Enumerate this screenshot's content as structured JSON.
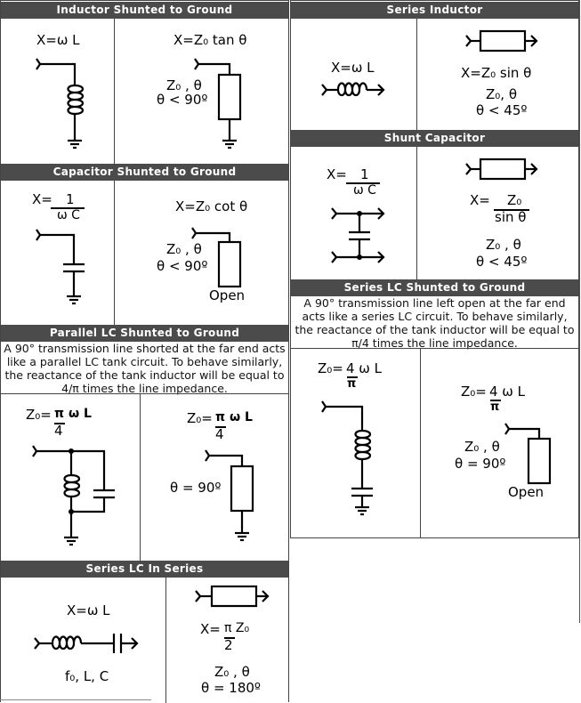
{
  "sections": {
    "inductor_shunted": {
      "title": "Inductor Shunted to Ground",
      "lumped_eq": "X=ω L",
      "line_eq": "X=Z₀ tan θ",
      "line_params": "Z₀ , θ",
      "line_cond": "θ < 90º"
    },
    "capacitor_shunted": {
      "title": "Capacitor Shunted to Ground",
      "lumped_eq_prefix": "X=",
      "lumped_num": "1",
      "lumped_den": "ω C",
      "line_eq": "X=Z₀ cot θ",
      "line_params": "Z₀ , θ",
      "line_cond": "θ < 90º",
      "line_end": "Open"
    },
    "parallel_lc_shunted": {
      "title": "Parallel LC Shunted to Ground",
      "description": "A 90° transmission line shorted at the far end acts like a parallel LC tank circuit. To behave similarly, the reactance of the tank inductor will be equal to 4/π times the line impedance.",
      "lumped_eq_prefix": "Z₀=",
      "lumped_num": "π ω L",
      "lumped_den": "4",
      "line_eq_prefix": "Z₀=",
      "line_num": "π ω L",
      "line_den": "4",
      "line_cond": "θ = 90º"
    },
    "series_lc_in_series": {
      "title": "Series LC In Series",
      "lumped_eq": "X=ω L",
      "lumped_params": "f₀, L, C",
      "line_eq_prefix": "X=",
      "line_num": "π Z₀",
      "line_den": "2",
      "line_params": "Z₀ , θ",
      "line_cond": "θ = 180º"
    },
    "series_inductor": {
      "title": "Series Inductor",
      "lumped_eq": "X=ω L",
      "line_eq": "X=Z₀ sin θ",
      "line_params": "Z₀, θ",
      "line_cond": "θ < 45º"
    },
    "shunt_capacitor": {
      "title": "Shunt Capacitor",
      "lumped_eq_prefix": "X=",
      "lumped_num": "1",
      "lumped_den": "ω C",
      "line_eq_prefix": "X=",
      "line_num": "Z₀",
      "line_den": "sin θ",
      "line_params": "Z₀ , θ",
      "line_cond": "θ < 45º"
    },
    "series_lc_shunted": {
      "title": "Series LC Shunted to Ground",
      "description": "A 90° transmission line left open at the far end acts like a series LC circuit. To behave similarly, the reactance of the tank inductor will be equal to π/4 times the line impedance.",
      "lumped_eq_prefix": "Z₀=",
      "lumped_num": "4 ω L",
      "lumped_den": "π",
      "line_eq_prefix": "Z₀=",
      "line_num": "4 ω L",
      "line_den": "π",
      "line_params": "Z₀ , θ",
      "line_cond": "θ = 90º",
      "line_end": "Open"
    }
  }
}
